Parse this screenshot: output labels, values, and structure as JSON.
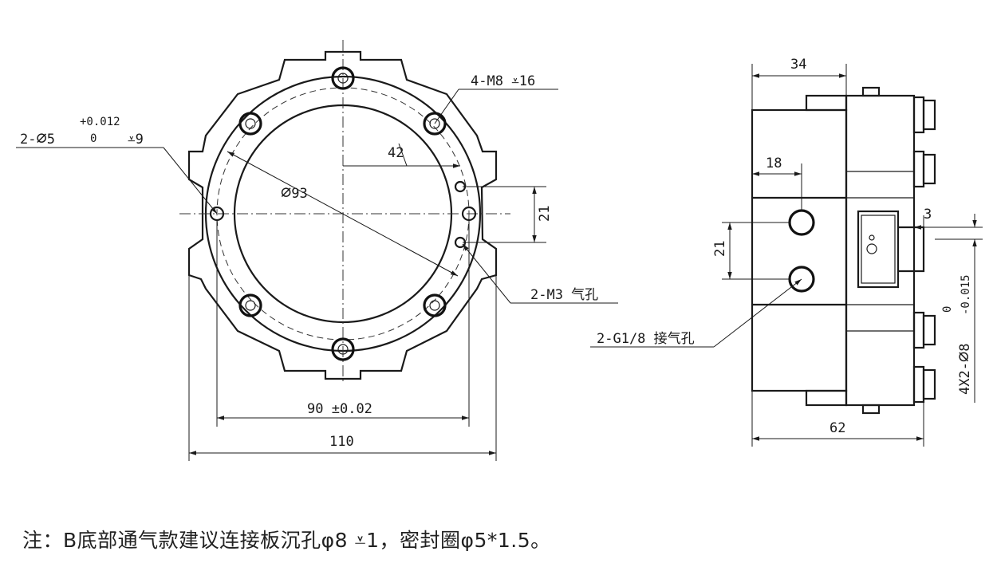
{
  "front_view": {
    "callout_holes": "4-M8",
    "callout_holes_depth": "16",
    "callout_pin_prefix": "2-",
    "callout_pin_dia": "5",
    "callout_pin_tol_upper": "+0.012",
    "callout_pin_tol_lower": "0",
    "callout_pin_depth": "9",
    "dim_pcd": "42",
    "dim_bore": "93",
    "dim_spacing": "21",
    "callout_air_holes": "2-M3 气孔",
    "dim_bolt_circle": "90",
    "dim_bolt_circle_tol": "±0.02",
    "dim_overall_width": "110"
  },
  "side_view": {
    "dim_top_width": "34",
    "dim_offset": "18",
    "dim_port_spacing": "21",
    "dim_small": "3",
    "callout_ports": "2-G1/8 接气孔",
    "callout_pins_prefix": "4X2-",
    "callout_pins_dia": "8",
    "callout_pins_tol_upper": "0",
    "callout_pins_tol_lower": "-0.015",
    "dim_overall_depth": "62"
  },
  "note": "注：B底部通气款建议连接板沉孔φ8 ⩡1，密封圈φ5*1.5。"
}
